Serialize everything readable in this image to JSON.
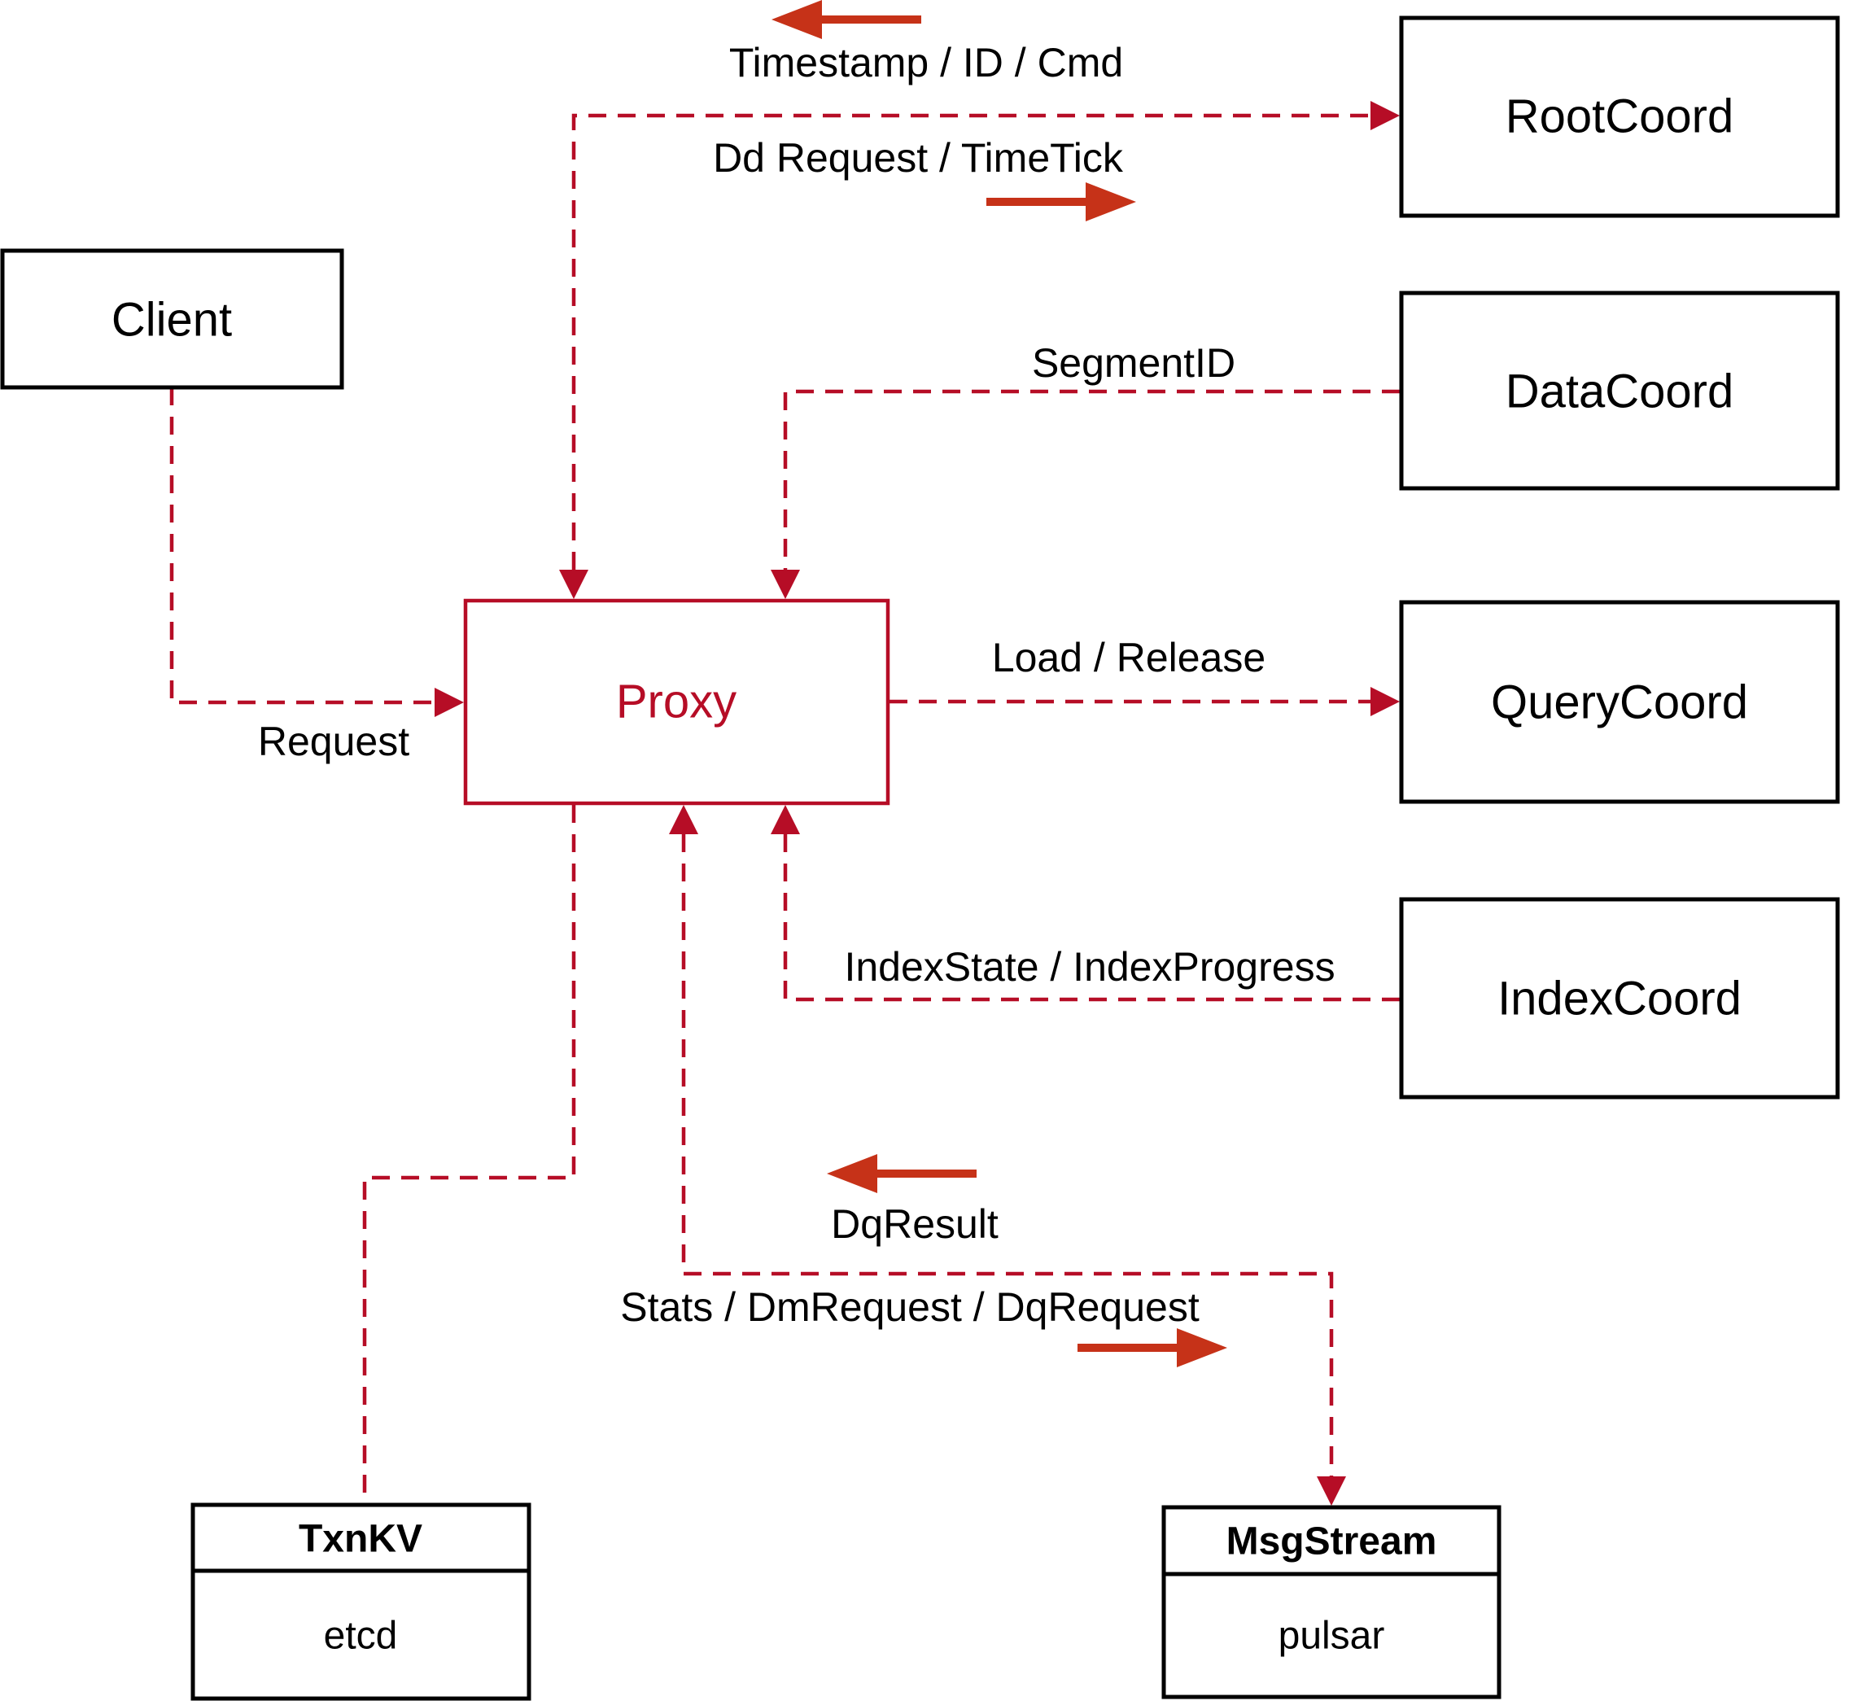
{
  "diagram": {
    "nodes": {
      "client": {
        "label": "Client"
      },
      "proxy": {
        "label": "Proxy"
      },
      "rootcoord": {
        "label": "RootCoord"
      },
      "datacoord": {
        "label": "DataCoord"
      },
      "querycoord": {
        "label": "QueryCoord"
      },
      "indexcoord": {
        "label": "IndexCoord"
      },
      "txnkv": {
        "title": "TxnKV",
        "body": "etcd"
      },
      "msgstream": {
        "title": "MsgStream",
        "body": "pulsar"
      }
    },
    "edges": {
      "client_proxy": {
        "label": "Request"
      },
      "proxy_rootcoord": {
        "response_label": "Timestamp / ID / Cmd",
        "request_label": "Dd Request / TimeTick"
      },
      "datacoord_proxy": {
        "label": "SegmentID"
      },
      "proxy_querycoord": {
        "label": "Load / Release"
      },
      "indexcoord_proxy": {
        "label": "IndexState / IndexProgress"
      },
      "proxy_msgstream": {
        "response_label": "DqResult",
        "request_label": "Stats / DmRequest / DqRequest"
      }
    },
    "colors": {
      "dashed_line": "#b60d26",
      "direction_arrow": "#c63218",
      "box_border": "#000000",
      "text": "#000000",
      "background": "#ffffff"
    }
  }
}
